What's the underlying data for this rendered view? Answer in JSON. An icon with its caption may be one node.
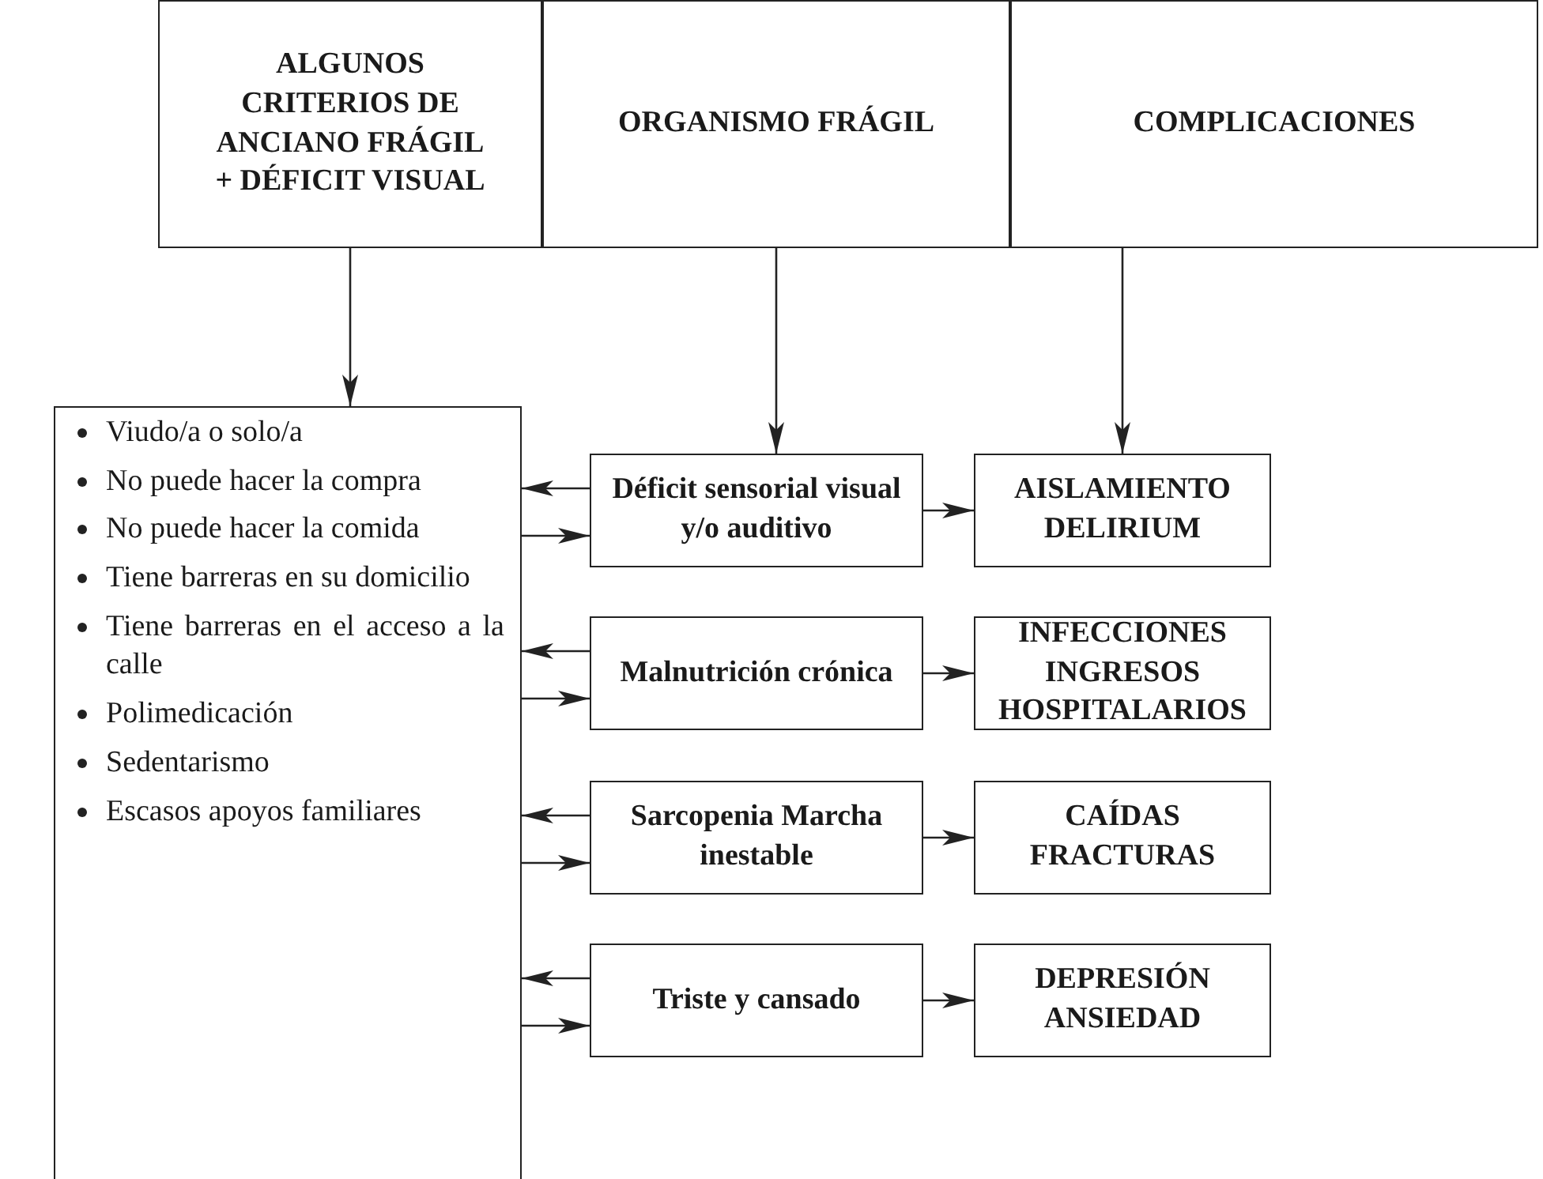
{
  "diagram": {
    "nodes": [
      {
        "text": [
          "ALGUNOS CRITERIOS DE ANCIANO FRÁGIL + DÉFICIT VISUAL"
        ]
      },
      {
        "text": [
          "ORGANISMO FRÁGIL"
        ]
      },
      {
        "text": [
          "COMPLICACIONES"
        ]
      },
      {
        "text": [
          "Viudo/a o solo/a",
          "No puede hacer la compra",
          "No puede hacer la comida",
          "Tiene barreras en su domicilio",
          "Tiene barreras en el acceso a la calle",
          "Polimedicación",
          "Sedentarismo",
          "Escasos apoyos familiares"
        ]
      },
      {
        "text": [
          "Déficit sensorial visual y/o auditivo"
        ]
      },
      {
        "text": [
          "AISLAMIENTO DELIRIUM"
        ]
      },
      {
        "text": [
          "Malnutrición crónica"
        ]
      },
      {
        "text": [
          "INFECCIONES INGRESOS HOSPITALARIOS"
        ]
      },
      {
        "text": [
          "Sarcopenia Marcha inestable"
        ]
      },
      {
        "text": [
          "CAÍDAS FRACTURAS"
        ]
      },
      {
        "text": [
          "Triste y cansado"
        ]
      },
      {
        "text": [
          "DEPRESIÓN ANSIEDAD"
        ]
      }
    ],
    "edges": [
      {
        "from": 0,
        "to": 3,
        "arrow": "to"
      },
      {
        "from": 1,
        "to": 4,
        "arrow": "to"
      },
      {
        "from": 2,
        "to": 5,
        "arrow": "to"
      },
      {
        "from": 4,
        "to": 3,
        "arrow": "to"
      },
      {
        "from": 3,
        "to": 4,
        "arrow": "to"
      },
      {
        "from": 4,
        "to": 5,
        "arrow": "to"
      },
      {
        "from": 6,
        "to": 3,
        "arrow": "to"
      },
      {
        "from": 3,
        "to": 6,
        "arrow": "to"
      },
      {
        "from": 6,
        "to": 7,
        "arrow": "to"
      },
      {
        "from": 8,
        "to": 3,
        "arrow": "to"
      },
      {
        "from": 3,
        "to": 8,
        "arrow": "to"
      },
      {
        "from": 8,
        "to": 9,
        "arrow": "to"
      },
      {
        "from": 10,
        "to": 3,
        "arrow": "to"
      },
      {
        "from": 3,
        "to": 10,
        "arrow": "to"
      },
      {
        "from": 10,
        "to": 11,
        "arrow": "to"
      }
    ]
  }
}
